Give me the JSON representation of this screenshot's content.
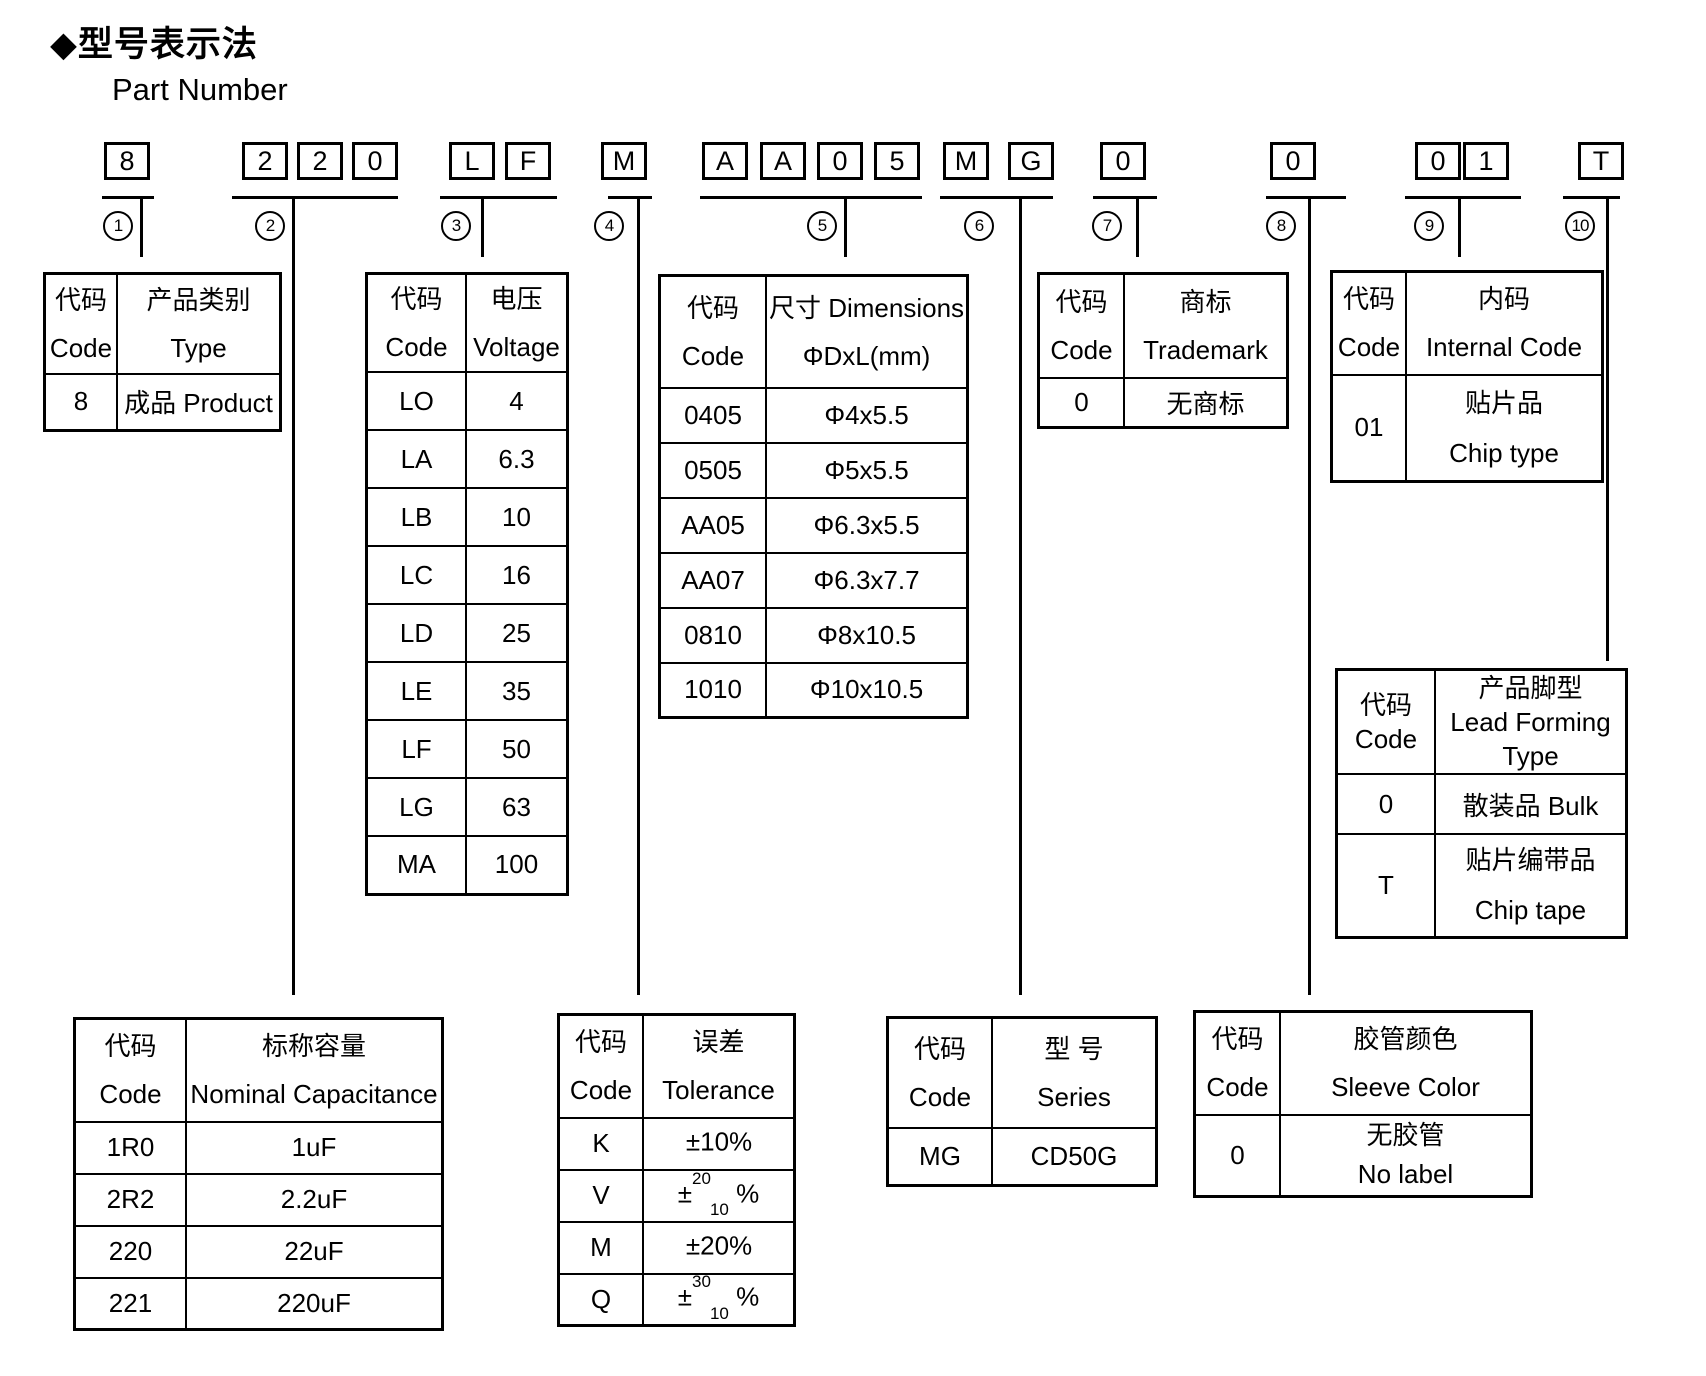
{
  "page": {
    "title_zh": "◆型号表示法",
    "title_en": "Part Number"
  },
  "part_number": {
    "groups": [
      {
        "num": "1",
        "chars": [
          "8"
        ]
      },
      {
        "num": "2",
        "chars": [
          "2",
          "2",
          "0"
        ]
      },
      {
        "num": "3",
        "chars": [
          "L",
          "F"
        ]
      },
      {
        "num": "4",
        "chars": [
          "M"
        ]
      },
      {
        "num": "5",
        "chars": [
          "A",
          "A",
          "0",
          "5"
        ]
      },
      {
        "num": "6",
        "chars": [
          "M",
          "G"
        ]
      },
      {
        "num": "7",
        "chars": [
          "0"
        ]
      },
      {
        "num": "8",
        "chars": [
          "0"
        ]
      },
      {
        "num": "9",
        "chars": [
          "0",
          "1"
        ]
      },
      {
        "num": "10",
        "chars": [
          "T"
        ]
      }
    ]
  },
  "tables": {
    "product": {
      "h1": [
        "代码",
        "Code"
      ],
      "h2": [
        "产品类别",
        "Type"
      ],
      "rows": [
        [
          "8",
          "成品 Product"
        ]
      ]
    },
    "voltage": {
      "h1": [
        "代码",
        "Code"
      ],
      "h2": [
        "电压",
        "Voltage"
      ],
      "rows": [
        [
          "LO",
          "4"
        ],
        [
          "LA",
          "6.3"
        ],
        [
          "LB",
          "10"
        ],
        [
          "LC",
          "16"
        ],
        [
          "LD",
          "25"
        ],
        [
          "LE",
          "35"
        ],
        [
          "LF",
          "50"
        ],
        [
          "LG",
          "63"
        ],
        [
          "MA",
          "100"
        ]
      ]
    },
    "dimensions": {
      "h1": [
        "代码",
        "Code"
      ],
      "h2": [
        "尺寸 Dimensions",
        "ΦDxL(mm)"
      ],
      "rows": [
        [
          "0405",
          "Φ4x5.5"
        ],
        [
          "0505",
          "Φ5x5.5"
        ],
        [
          "AA05",
          "Φ6.3x5.5"
        ],
        [
          "AA07",
          "Φ6.3x7.7"
        ],
        [
          "0810",
          "Φ8x10.5"
        ],
        [
          "1010",
          "Φ10x10.5"
        ]
      ]
    },
    "trademark": {
      "h1": [
        "代码",
        "Code"
      ],
      "h2": [
        "商标",
        "Trademark"
      ],
      "rows": [
        [
          "0",
          "无商标"
        ]
      ]
    },
    "internal": {
      "h1": [
        "代码",
        "Code"
      ],
      "h2": [
        "内码",
        "Internal Code"
      ],
      "rows": [
        {
          "code": "01",
          "line1": "贴片品",
          "line2": "Chip type"
        }
      ]
    },
    "lead": {
      "h1": [
        "代码",
        "Code"
      ],
      "h2": [
        "产品脚型",
        "Lead Forming",
        "Type"
      ],
      "rows": [
        {
          "code": "0",
          "line1": "散装品 Bulk",
          "line2": ""
        },
        {
          "code": "T",
          "line1": "贴片编带品",
          "line2": "Chip tape"
        }
      ]
    },
    "capacitance": {
      "h1": [
        "代码",
        "Code"
      ],
      "h2": [
        "标称容量",
        "Nominal Capacitance"
      ],
      "rows": [
        [
          "1R0",
          "1uF"
        ],
        [
          "2R2",
          "2.2uF"
        ],
        [
          "220",
          "22uF"
        ],
        [
          "221",
          "220uF"
        ]
      ]
    },
    "tolerance": {
      "h1": [
        "代码",
        "Code"
      ],
      "h2": [
        "误差",
        "Tolerance"
      ],
      "rows": [
        {
          "code": "K",
          "main": "±10%",
          "sup": "",
          "sub": "",
          "pct": ""
        },
        {
          "code": "V",
          "main": "±",
          "sup": "20",
          "sub": "10",
          "pct": " %"
        },
        {
          "code": "M",
          "main": "±20%",
          "sup": "",
          "sub": "",
          "pct": ""
        },
        {
          "code": "Q",
          "main": "±",
          "sup": "30",
          "sub": "10",
          "pct": " %"
        }
      ]
    },
    "series": {
      "h1": [
        "代码",
        "Code"
      ],
      "h2": [
        "型 号",
        "Series"
      ],
      "rows": [
        [
          "MG",
          "CD50G"
        ]
      ]
    },
    "sleeve": {
      "h1": [
        "代码",
        "Code"
      ],
      "h2": [
        "胶管颜色",
        "Sleeve Color"
      ],
      "rows": [
        {
          "code": "0",
          "line1": "无胶管",
          "line2": "No label"
        }
      ]
    }
  }
}
